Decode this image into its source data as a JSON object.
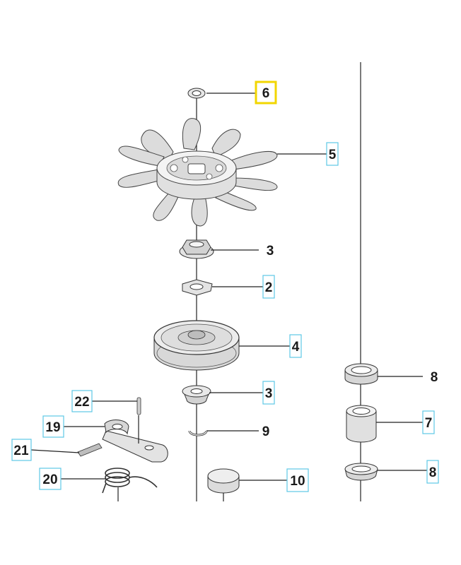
{
  "diagram": {
    "highlight_color": "#f2d600",
    "callout_box_color": "#5ec8e6",
    "callouts": {
      "c6": "6",
      "c5": "5",
      "c3a": "3",
      "c2": "2",
      "c4": "4",
      "c3b": "3",
      "c9": "9",
      "c10": "10",
      "c8a": "8",
      "c7": "7",
      "c8b": "8",
      "c22": "22",
      "c19": "19",
      "c21": "21",
      "c20": "20"
    }
  }
}
